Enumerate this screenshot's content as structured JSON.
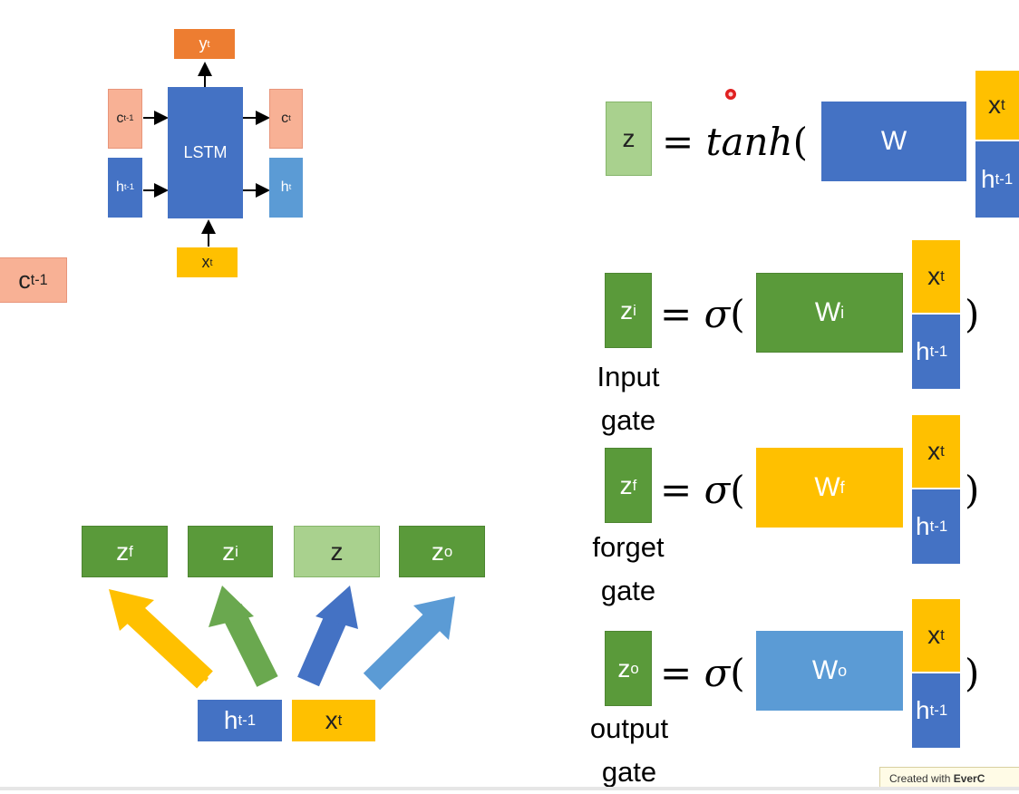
{
  "lstm_block": {
    "label": "LSTM",
    "y_out": "y",
    "y_sup": "t",
    "c_in": "c",
    "c_in_sup": "t-1",
    "h_in": "h",
    "h_in_sup": "t-1",
    "c_out": "c",
    "c_out_sup": "t",
    "h_out": "h",
    "h_out_sup": "t",
    "x_in": "x",
    "x_in_sup": "t"
  },
  "cell_state": {
    "base": "c",
    "sup": "t-1"
  },
  "gates_row": {
    "zf": {
      "base": "z",
      "sup": "f"
    },
    "zi": {
      "base": "z",
      "sup": "i"
    },
    "z": {
      "base": "z"
    },
    "zo": {
      "base": "z",
      "sup": "o"
    }
  },
  "inputs_row": {
    "h": {
      "base": "h",
      "sup": "t-1"
    },
    "x": {
      "base": "x",
      "sup": "t"
    }
  },
  "equations": [
    {
      "lhs": "z",
      "lhs_sup": "",
      "eq": "=",
      "fn": "tanh",
      "open": "(",
      "w": "W",
      "w_sup": "",
      "x": "x",
      "x_sup": "t",
      "h": "h",
      "h_sup": "t-1",
      "close": ""
    },
    {
      "lhs": "z",
      "lhs_sup": "i",
      "eq": "=",
      "fn": "σ",
      "open": "(",
      "w": "W",
      "w_sup": "i",
      "x": "x",
      "x_sup": "t",
      "h": "h",
      "h_sup": "t-1",
      "close": ")",
      "gate_line1": "Input",
      "gate_line2": "gate"
    },
    {
      "lhs": "z",
      "lhs_sup": "f",
      "eq": "=",
      "fn": "σ",
      "open": "(",
      "w": "W",
      "w_sup": "f",
      "x": "x",
      "x_sup": "t",
      "h": "h",
      "h_sup": "t-1",
      "close": ")",
      "gate_line1": "forget",
      "gate_line2": "gate"
    },
    {
      "lhs": "z",
      "lhs_sup": "o",
      "eq": "=",
      "fn": "σ",
      "open": "(",
      "w": "W",
      "w_sup": "o",
      "x": "x",
      "x_sup": "t",
      "h": "h",
      "h_sup": "t-1",
      "close": ")",
      "gate_line1": "output",
      "gate_line2": "gate"
    }
  ],
  "watermark": {
    "prefix": "Created with ",
    "brand": "EverC"
  },
  "colors": {
    "orange": "#ed7d31",
    "salmon": "#f8b195",
    "blue": "#4472c4",
    "light_blue": "#5b9bd5",
    "green": "#5a9a3a",
    "light_green": "#a9d18e",
    "yellow": "#ffc000",
    "cursor_red": "#e02020"
  }
}
